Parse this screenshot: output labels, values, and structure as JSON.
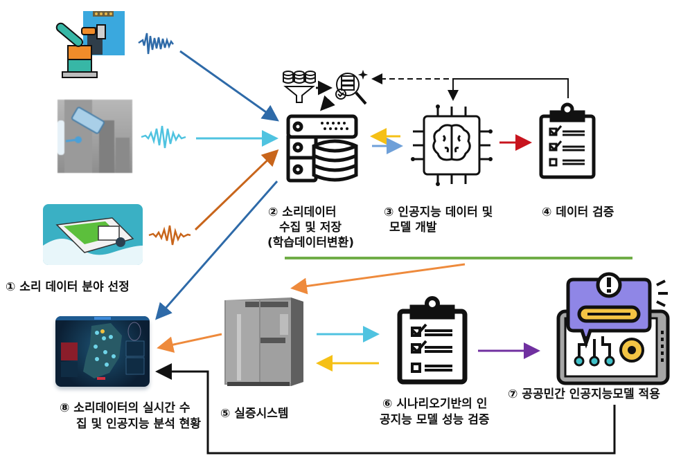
{
  "labels": {
    "step1": "① 소리 데이터 분야 선정",
    "step2_line1": "② 소리데이터",
    "step2_line2": "수집 및 저장",
    "step2_line3": "(학습데이터변환)",
    "step3_line1": "③ 인공지능 데이터 및",
    "step3_line2": "모델 개발",
    "step4": "④  데이터 검증",
    "step5": "⑤ 실증시스템",
    "step6_line1": "⑥ 시나리오기반의 인",
    "step6_line2": "공지능 모델 성능 검증",
    "step7": "⑦ 공공민간 인공지능모델 적용",
    "step8_line1": "⑧ 소리데이터의 실시간 수",
    "step8_line2": "집 및 인공지능 분석 현황"
  },
  "icons": {
    "source1": "industrial-robot-icon",
    "source2": "cctv-camera-icon",
    "source3": "ship-accident-icon",
    "storage": "database-server-icon",
    "preprocess": "data-funnel-icon",
    "inspect": "data-inspection-icon",
    "ai": "ai-brain-chip-icon",
    "verify": "clipboard-checklist-icon",
    "system": "mainframe-server-icon",
    "apply": "alert-tablet-icon",
    "dashboard": "monitoring-dashboard-icon"
  },
  "colors": {
    "dark_blue": "#2e6aa8",
    "cyan": "#4fc3e0",
    "brown_orange": "#c8651b",
    "orange": "#ee8a3c",
    "yellow": "#f5c016",
    "light_blue": "#6fa0d8",
    "red": "#c8141e",
    "green": "#70ad47",
    "purple": "#7030a0",
    "black": "#111111"
  }
}
